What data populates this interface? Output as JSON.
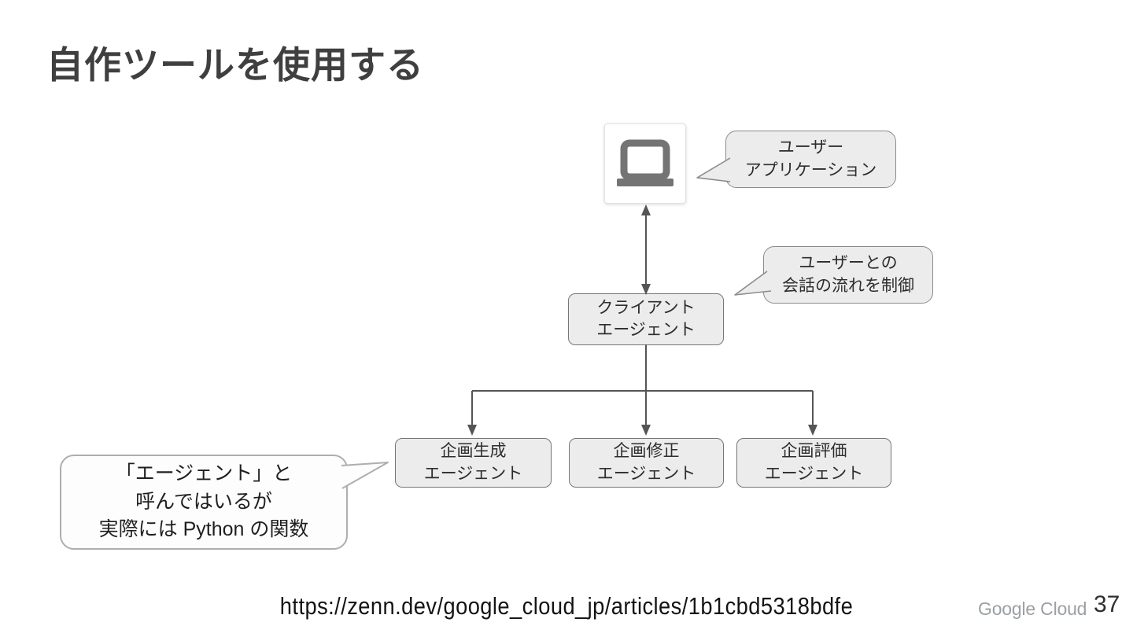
{
  "slide": {
    "title": "自作ツールを使用する",
    "page_number": "37",
    "source_url": "https://zenn.dev/google_cloud_jp/articles/1b1cbd5318bdfe",
    "brand": "Google Cloud"
  },
  "diagram": {
    "icons": {
      "user_application": "laptop-icon"
    },
    "nodes": {
      "client": {
        "line1": "クライアント",
        "line2": "エージェント"
      },
      "gen": {
        "line1": "企画生成",
        "line2": "エージェント"
      },
      "fix": {
        "line1": "企画修正",
        "line2": "エージェント"
      },
      "eval": {
        "line1": "企画評価",
        "line2": "エージェント"
      }
    },
    "callouts": {
      "user_app": {
        "line1": "ユーザー",
        "line2": "アプリケーション"
      },
      "flow": {
        "line1": "ユーザーとの",
        "line2": "会話の流れを制御"
      },
      "python_note": {
        "line1": "「エージェント」と",
        "line2": "呼んではいるが",
        "line3": "実際には Python の関数"
      }
    }
  },
  "colors": {
    "box_fill": "#ececec",
    "box_border": "#767676",
    "callout_border": "#8b8b8b",
    "note_fill": "#fdfdfd",
    "connector": "#555555",
    "laptop_gray": "#747474",
    "brand_gray": "#9b9fa3",
    "title_text": "#3f3f3f"
  }
}
